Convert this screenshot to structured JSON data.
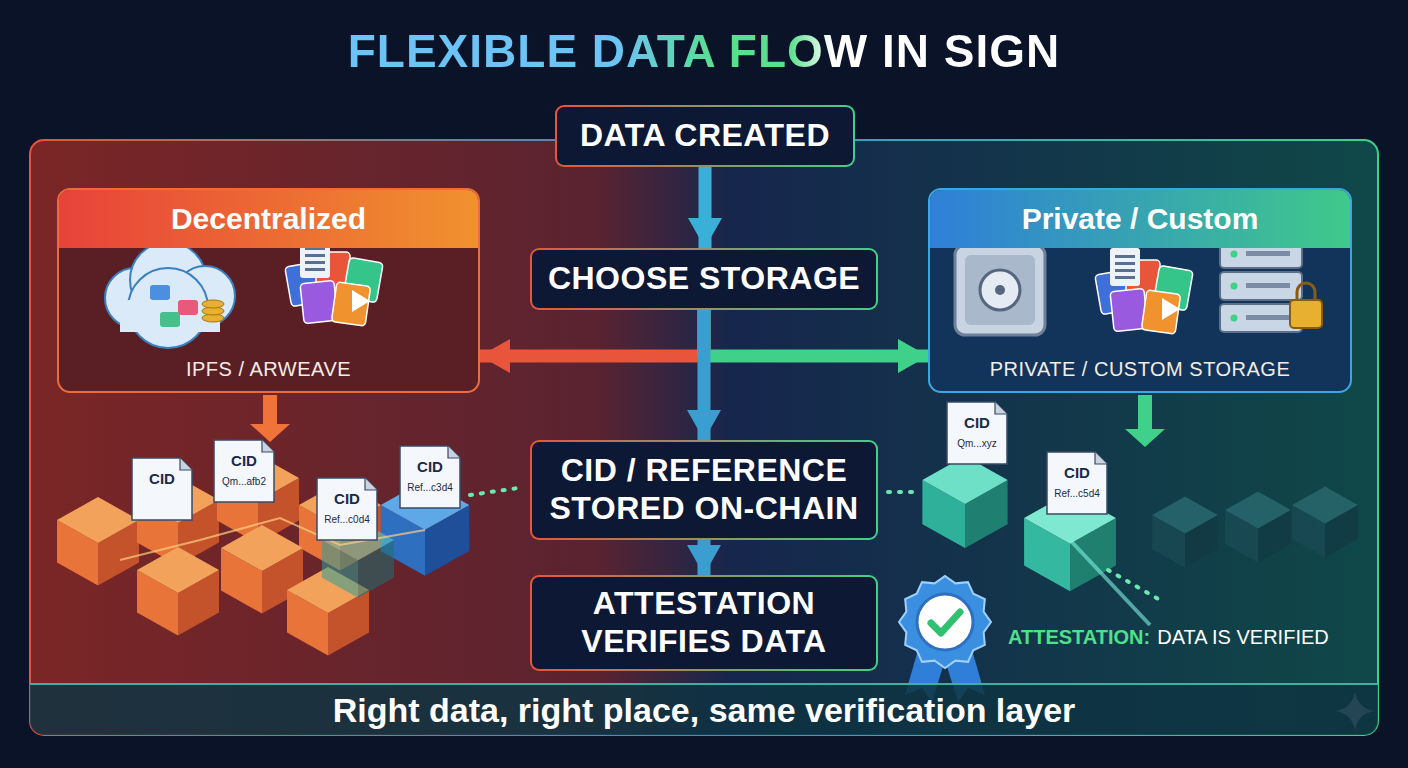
{
  "diagram": {
    "title": "FLEXIBLE DATA FLOW IN SIGN",
    "nodes": [
      {
        "text": [
          "DATA CREATED"
        ]
      },
      {
        "text": [
          "CHOOSE STORAGE"
        ]
      },
      {
        "text": [
          "Decentralized",
          "IPFS / ARWEAVE"
        ]
      },
      {
        "text": [
          "Private / Custom",
          "PRIVATE / CUSTOM STORAGE"
        ]
      },
      {
        "text": [
          "CID / REFERENCE STORED ON-CHAIN"
        ]
      },
      {
        "text": [
          "ATTESTATION VERIFIES DATA"
        ]
      },
      {
        "text": [
          "Right data, right place, same verification layer"
        ]
      }
    ],
    "edges": [
      {
        "from": 0,
        "to": 1,
        "arrow": "to"
      },
      {
        "from": 1,
        "to": 2,
        "arrow": "to"
      },
      {
        "from": 1,
        "to": 3,
        "arrow": "to"
      },
      {
        "from": 1,
        "to": 4,
        "arrow": "to"
      },
      {
        "from": 4,
        "to": 5,
        "arrow": "to"
      }
    ],
    "labels": [
      "CID",
      "CID",
      "Qm...afb2",
      "CID",
      "Ref...c0d4",
      "CID",
      "Ref...c3d4",
      "CID",
      "Qm...xyz",
      "CID",
      "Ref...c5d4",
      "ATTESTATION:",
      "DATA IS VERIFIED"
    ]
  }
}
